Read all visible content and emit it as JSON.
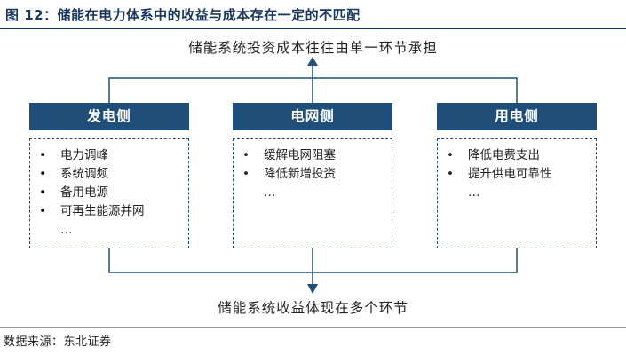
{
  "figure_title": "图 12：储能在电力体系中的收益与成本存在一定的不匹配",
  "top_caption": "储能系统投资成本往往由单一环节承担",
  "bottom_caption": "储能系统收益体现在多个环节",
  "columns": [
    {
      "header": "发电侧",
      "items": [
        "电力调峰",
        "系统调频",
        "备用电源",
        "可再生能源并网"
      ],
      "more": "…"
    },
    {
      "header": "电网侧",
      "items": [
        "缓解电网阻塞",
        "降低新增投资"
      ],
      "more": "…"
    },
    {
      "header": "用电侧",
      "items": [
        "降低电费支出",
        "提升供电可靠性"
      ],
      "more": "…"
    }
  ],
  "bullet": "•",
  "source": "数据来源：东北证券",
  "colors": {
    "header_bg": "#1f4e79",
    "title": "#17375e",
    "border": "#1f4e79"
  }
}
